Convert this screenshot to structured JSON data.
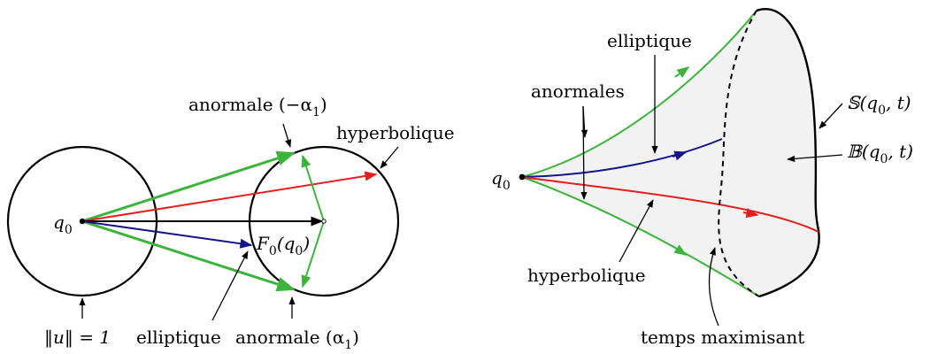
{
  "left": {
    "label_q0": "q",
    "label_q0_sub": "0",
    "label_anormale_minus": "anormale (−α",
    "label_anormale_minus_sub": "1",
    "label_anormale_minus_close": ")",
    "label_hyperbolique": "hyperbolique",
    "label_F0": "F",
    "label_F0_sub": "0",
    "label_F0_arg": "(q",
    "label_F0_arg_sub": "0",
    "label_F0_close": ")",
    "label_norm": "‖u‖ = 1",
    "label_elliptique": "elliptique",
    "label_anormale_plus": "anormale (α",
    "label_anormale_plus_sub": "1",
    "label_anormale_plus_close": ")"
  },
  "right": {
    "label_elliptique": "elliptique",
    "label_anormales": "anormales",
    "label_q0": "q",
    "label_q0_sub": "0",
    "label_hyperbolique": "hyperbolique",
    "label_temps": "temps maximisant",
    "label_S": "𝕊(q",
    "label_S_sub": "0",
    "label_S_close": ", t)",
    "label_B": "𝔹(q",
    "label_B_sub": "0",
    "label_B_close": ", t)"
  },
  "colors": {
    "green": "#3cb43c",
    "red": "#e61e1e",
    "blue": "#14148c",
    "black": "#000000",
    "fill": "#f2f2f2"
  }
}
